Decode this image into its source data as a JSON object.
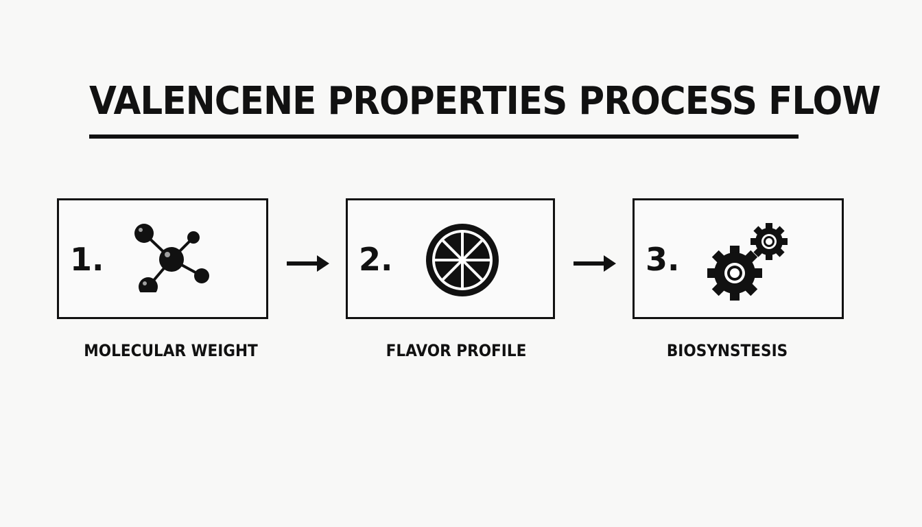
{
  "title": "VALENCENE PROPERTIES PROCESS FLOW",
  "steps": [
    {
      "number": "1.",
      "icon": "molecule-icon",
      "label": "MOLECULAR WEIGHT"
    },
    {
      "number": "2.",
      "icon": "citrus-slice-icon",
      "label": "FLAVOR PROFILE"
    },
    {
      "number": "3.",
      "icon": "gears-icon",
      "label": "BIOSYNSTESIS"
    }
  ],
  "arrows": [
    "arrow-right-icon",
    "arrow-right-icon"
  ],
  "colors": {
    "ink": "#111111",
    "background": "#f8f8f7"
  }
}
